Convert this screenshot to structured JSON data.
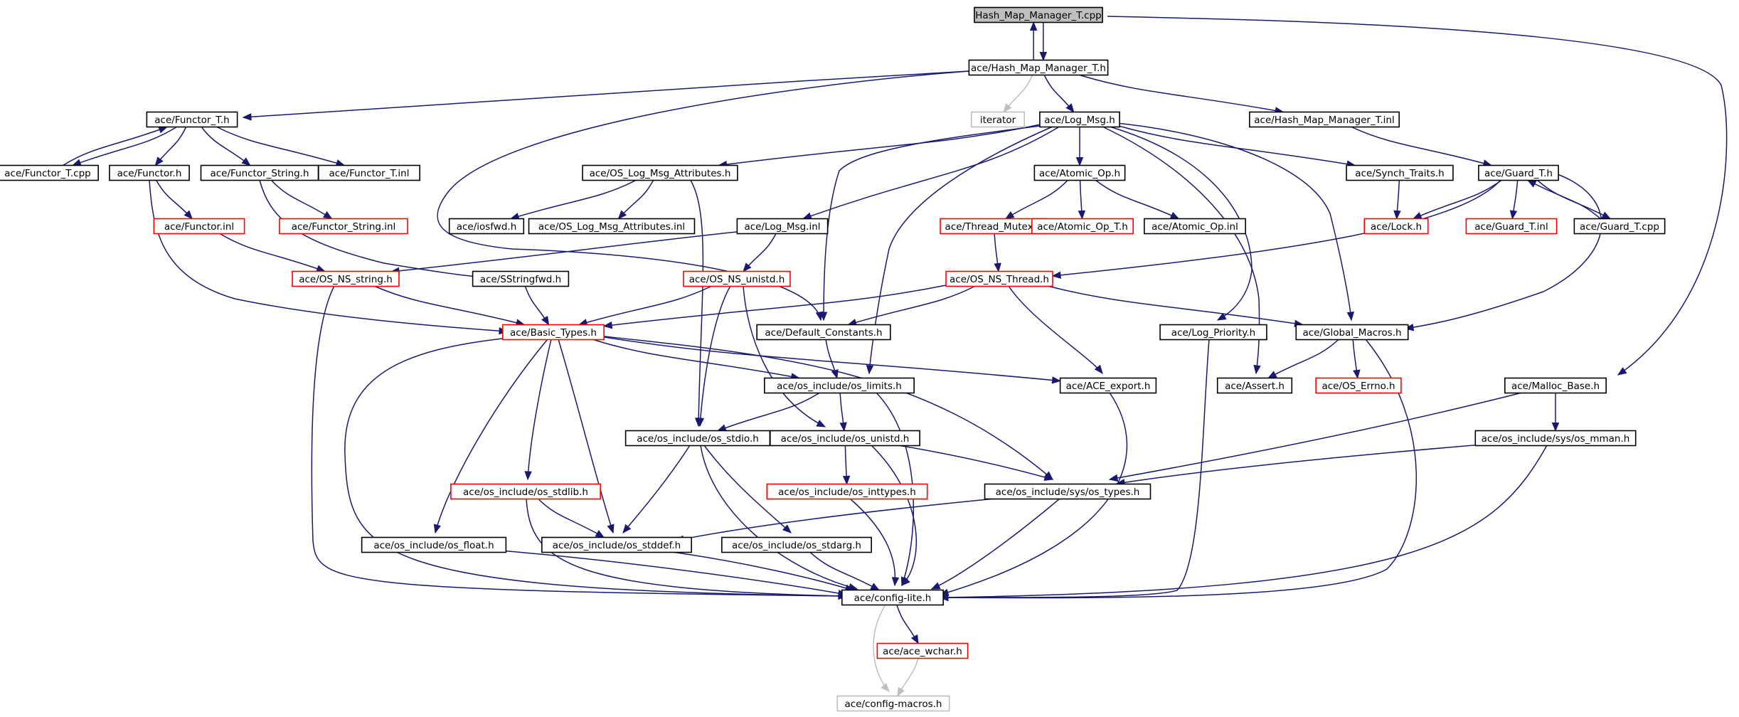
{
  "graph": {
    "nodes": [
      {
        "id": "root",
        "label": "Hash_Map_Manager_T.cpp",
        "style": "root"
      },
      {
        "id": "hmm_h",
        "label": "ace/Hash_Map_Manager_T.h",
        "style": "black"
      },
      {
        "id": "functor_t_h",
        "label": "ace/Functor_T.h",
        "style": "black"
      },
      {
        "id": "iterator",
        "label": "iterator",
        "style": "gray"
      },
      {
        "id": "log_msg_h",
        "label": "ace/Log_Msg.h",
        "style": "black"
      },
      {
        "id": "hmm_inl",
        "label": "ace/Hash_Map_Manager_T.inl",
        "style": "black"
      },
      {
        "id": "functor_t_cpp",
        "label": "ace/Functor_T.cpp",
        "style": "black"
      },
      {
        "id": "functor_h",
        "label": "ace/Functor.h",
        "style": "black"
      },
      {
        "id": "functor_string_h",
        "label": "ace/Functor_String.h",
        "style": "black"
      },
      {
        "id": "functor_t_inl",
        "label": "ace/Functor_T.inl",
        "style": "black"
      },
      {
        "id": "os_log_attr_h",
        "label": "ace/OS_Log_Msg_Attributes.h",
        "style": "black"
      },
      {
        "id": "atomic_op_h",
        "label": "ace/Atomic_Op.h",
        "style": "black"
      },
      {
        "id": "synch_traits_h",
        "label": "ace/Synch_Traits.h",
        "style": "black"
      },
      {
        "id": "guard_t_h",
        "label": "ace/Guard_T.h",
        "style": "black"
      },
      {
        "id": "functor_inl",
        "label": "ace/Functor.inl",
        "style": "red"
      },
      {
        "id": "functor_string_inl",
        "label": "ace/Functor_String.inl",
        "style": "red"
      },
      {
        "id": "iosfwd_h",
        "label": "ace/iosfwd.h",
        "style": "black"
      },
      {
        "id": "os_log_attr_inl",
        "label": "ace/OS_Log_Msg_Attributes.inl",
        "style": "black"
      },
      {
        "id": "log_msg_inl",
        "label": "ace/Log_Msg.inl",
        "style": "black"
      },
      {
        "id": "thread_mutex_h",
        "label": "ace/Thread_Mutex.h",
        "style": "red"
      },
      {
        "id": "atomic_op_t_h",
        "label": "ace/Atomic_Op_T.h",
        "style": "red"
      },
      {
        "id": "atomic_op_inl",
        "label": "ace/Atomic_Op.inl",
        "style": "black"
      },
      {
        "id": "lock_h",
        "label": "ace/Lock.h",
        "style": "red"
      },
      {
        "id": "guard_t_inl",
        "label": "ace/Guard_T.inl",
        "style": "red"
      },
      {
        "id": "guard_t_cpp",
        "label": "ace/Guard_T.cpp",
        "style": "black"
      },
      {
        "id": "os_ns_string_h",
        "label": "ace/OS_NS_string.h",
        "style": "red"
      },
      {
        "id": "sstringfwd_h",
        "label": "ace/SStringfwd.h",
        "style": "black"
      },
      {
        "id": "os_ns_unistd_h",
        "label": "ace/OS_NS_unistd.h",
        "style": "red"
      },
      {
        "id": "os_ns_thread_h",
        "label": "ace/OS_NS_Thread.h",
        "style": "red"
      },
      {
        "id": "basic_types_h",
        "label": "ace/Basic_Types.h",
        "style": "red"
      },
      {
        "id": "default_constants_h",
        "label": "ace/Default_Constants.h",
        "style": "black"
      },
      {
        "id": "log_priority_h",
        "label": "ace/Log_Priority.h",
        "style": "black"
      },
      {
        "id": "global_macros_h",
        "label": "ace/Global_Macros.h",
        "style": "black"
      },
      {
        "id": "os_limits_h",
        "label": "ace/os_include/os_limits.h",
        "style": "black"
      },
      {
        "id": "ace_export_h",
        "label": "ace/ACE_export.h",
        "style": "black"
      },
      {
        "id": "assert_h",
        "label": "ace/Assert.h",
        "style": "black"
      },
      {
        "id": "os_errno_h",
        "label": "ace/OS_Errno.h",
        "style": "red"
      },
      {
        "id": "malloc_base_h",
        "label": "ace/Malloc_Base.h",
        "style": "black"
      },
      {
        "id": "os_stdio_h",
        "label": "ace/os_include/os_stdio.h",
        "style": "black"
      },
      {
        "id": "os_unistd_h",
        "label": "ace/os_include/os_unistd.h",
        "style": "black"
      },
      {
        "id": "os_mman_h",
        "label": "ace/os_include/sys/os_mman.h",
        "style": "black"
      },
      {
        "id": "os_stdlib_h",
        "label": "ace/os_include/os_stdlib.h",
        "style": "red"
      },
      {
        "id": "os_inttypes_h",
        "label": "ace/os_include/os_inttypes.h",
        "style": "red"
      },
      {
        "id": "os_types_h",
        "label": "ace/os_include/sys/os_types.h",
        "style": "black"
      },
      {
        "id": "os_float_h",
        "label": "ace/os_include/os_float.h",
        "style": "black"
      },
      {
        "id": "os_stddef_h",
        "label": "ace/os_include/os_stddef.h",
        "style": "black"
      },
      {
        "id": "os_stdarg_h",
        "label": "ace/os_include/os_stdarg.h",
        "style": "black"
      },
      {
        "id": "config_lite_h",
        "label": "ace/config-lite.h",
        "style": "black"
      },
      {
        "id": "ace_wchar_h",
        "label": "ace/ace_wchar.h",
        "style": "red"
      },
      {
        "id": "config_macros_h",
        "label": "ace/config-macros.h",
        "style": "gray"
      }
    ],
    "edges": [
      [
        "root",
        "hmm_h"
      ],
      [
        "hmm_h",
        "root"
      ],
      [
        "root",
        "malloc_base_h"
      ],
      [
        "hmm_h",
        "functor_t_h"
      ],
      [
        "hmm_h",
        "iterator"
      ],
      [
        "hmm_h",
        "log_msg_h"
      ],
      [
        "hmm_h",
        "hmm_inl"
      ],
      [
        "hmm_h",
        "default_constants_h"
      ],
      [
        "functor_t_h",
        "functor_t_cpp"
      ],
      [
        "functor_t_cpp",
        "functor_t_h"
      ],
      [
        "functor_t_h",
        "functor_h"
      ],
      [
        "functor_t_h",
        "functor_string_h"
      ],
      [
        "functor_t_h",
        "functor_t_inl"
      ],
      [
        "functor_h",
        "functor_inl"
      ],
      [
        "functor_h",
        "basic_types_h"
      ],
      [
        "functor_inl",
        "os_ns_string_h"
      ],
      [
        "functor_string_h",
        "functor_string_inl"
      ],
      [
        "functor_string_h",
        "sstringfwd_h"
      ],
      [
        "log_msg_h",
        "os_log_attr_h"
      ],
      [
        "log_msg_h",
        "atomic_op_h"
      ],
      [
        "log_msg_h",
        "synch_traits_h"
      ],
      [
        "log_msg_h",
        "log_msg_inl"
      ],
      [
        "log_msg_h",
        "default_constants_h"
      ],
      [
        "log_msg_h",
        "log_priority_h"
      ],
      [
        "log_msg_h",
        "global_macros_h"
      ],
      [
        "log_msg_h",
        "os_limits_h"
      ],
      [
        "log_msg_h",
        "assert_h"
      ],
      [
        "os_log_attr_h",
        "iosfwd_h"
      ],
      [
        "os_log_attr_h",
        "os_log_attr_inl"
      ],
      [
        "os_log_attr_h",
        "os_stdio_h"
      ],
      [
        "atomic_op_h",
        "thread_mutex_h"
      ],
      [
        "atomic_op_h",
        "atomic_op_t_h"
      ],
      [
        "atomic_op_h",
        "atomic_op_inl"
      ],
      [
        "synch_traits_h",
        "lock_h"
      ],
      [
        "hmm_inl",
        "guard_t_h"
      ],
      [
        "guard_t_h",
        "lock_h"
      ],
      [
        "guard_t_h",
        "guard_t_inl"
      ],
      [
        "guard_t_h",
        "guard_t_cpp"
      ],
      [
        "guard_t_cpp",
        "guard_t_h"
      ],
      [
        "guard_t_h",
        "os_ns_thread_h"
      ],
      [
        "guard_t_h",
        "global_macros_h"
      ],
      [
        "log_msg_inl",
        "os_ns_string_h"
      ],
      [
        "log_msg_inl",
        "os_ns_unistd_h"
      ],
      [
        "thread_mutex_h",
        "os_ns_thread_h"
      ],
      [
        "os_ns_string_h",
        "basic_types_h"
      ],
      [
        "os_ns_string_h",
        "config_lite_h"
      ],
      [
        "sstringfwd_h",
        "basic_types_h"
      ],
      [
        "os_ns_unistd_h",
        "basic_types_h"
      ],
      [
        "os_ns_unistd_h",
        "os_stdio_h"
      ],
      [
        "os_ns_unistd_h",
        "os_unistd_h"
      ],
      [
        "os_ns_thread_h",
        "basic_types_h"
      ],
      [
        "os_ns_thread_h",
        "default_constants_h"
      ],
      [
        "os_ns_thread_h",
        "global_macros_h"
      ],
      [
        "os_ns_thread_h",
        "ace_export_h"
      ],
      [
        "basic_types_h",
        "os_limits_h"
      ],
      [
        "basic_types_h",
        "ace_export_h"
      ],
      [
        "basic_types_h",
        "os_types_h"
      ],
      [
        "basic_types_h",
        "os_stdlib_h"
      ],
      [
        "basic_types_h",
        "os_float_h"
      ],
      [
        "basic_types_h",
        "os_stddef_h"
      ],
      [
        "basic_types_h",
        "config_lite_h"
      ],
      [
        "default_constants_h",
        "os_limits_h"
      ],
      [
        "log_priority_h",
        "config_lite_h"
      ],
      [
        "global_macros_h",
        "assert_h"
      ],
      [
        "global_macros_h",
        "os_errno_h"
      ],
      [
        "global_macros_h",
        "config_lite_h"
      ],
      [
        "os_limits_h",
        "os_stdio_h"
      ],
      [
        "os_limits_h",
        "os_unistd_h"
      ],
      [
        "os_limits_h",
        "config_lite_h"
      ],
      [
        "ace_export_h",
        "config_lite_h"
      ],
      [
        "malloc_base_h",
        "os_mman_h"
      ],
      [
        "malloc_base_h",
        "os_types_h"
      ],
      [
        "os_stdio_h",
        "os_stddef_h"
      ],
      [
        "os_stdio_h",
        "os_stdarg_h"
      ],
      [
        "os_stdio_h",
        "config_lite_h"
      ],
      [
        "os_unistd_h",
        "os_inttypes_h"
      ],
      [
        "os_unistd_h",
        "os_types_h"
      ],
      [
        "os_unistd_h",
        "config_lite_h"
      ],
      [
        "os_mman_h",
        "os_types_h"
      ],
      [
        "os_mman_h",
        "config_lite_h"
      ],
      [
        "os_stdlib_h",
        "os_stddef_h"
      ],
      [
        "os_stdlib_h",
        "config_lite_h"
      ],
      [
        "os_inttypes_h",
        "config_lite_h"
      ],
      [
        "os_types_h",
        "os_stddef_h"
      ],
      [
        "os_types_h",
        "config_lite_h"
      ],
      [
        "os_float_h",
        "config_lite_h"
      ],
      [
        "os_stddef_h",
        "config_lite_h"
      ],
      [
        "os_stdarg_h",
        "config_lite_h"
      ],
      [
        "config_lite_h",
        "ace_wchar_h"
      ],
      [
        "config_lite_h",
        "config_macros_h"
      ],
      [
        "ace_wchar_h",
        "config_macros_h"
      ]
    ]
  }
}
